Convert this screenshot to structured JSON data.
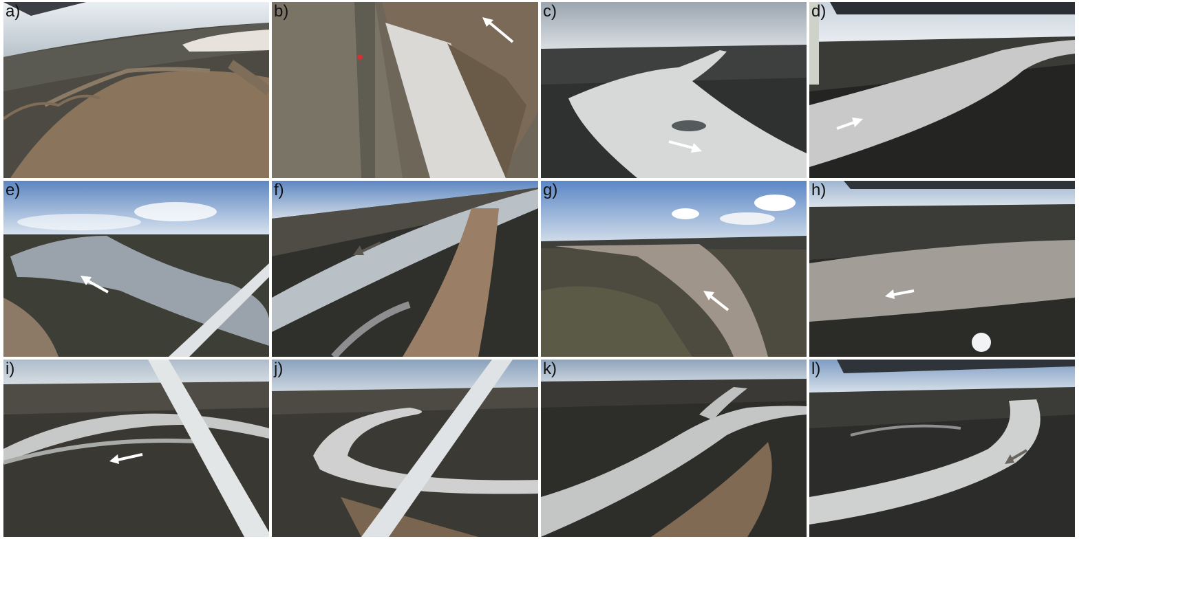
{
  "panels": [
    {
      "label": "a)",
      "arrow": {
        "shown": false
      }
    },
    {
      "label": "b)",
      "arrow": {
        "shown": true,
        "color": "#ffffff"
      }
    },
    {
      "label": "c)",
      "arrow": {
        "shown": true,
        "color": "#ffffff"
      }
    },
    {
      "label": "d)",
      "arrow": {
        "shown": true,
        "color": "#ffffff"
      }
    },
    {
      "label": "e)",
      "arrow": {
        "shown": true,
        "color": "#ffffff"
      }
    },
    {
      "label": "f)",
      "arrow": {
        "shown": true,
        "color": "#5a5650"
      }
    },
    {
      "label": "g)",
      "arrow": {
        "shown": true,
        "color": "#ffffff"
      }
    },
    {
      "label": "h)",
      "arrow": {
        "shown": true,
        "color": "#ffffff"
      }
    },
    {
      "label": "i)",
      "arrow": {
        "shown": true,
        "color": "#ffffff"
      }
    },
    {
      "label": "j)",
      "arrow": {
        "shown": false
      }
    },
    {
      "label": "k)",
      "arrow": {
        "shown": false
      }
    },
    {
      "label": "l)",
      "arrow": {
        "shown": true,
        "color": "#6a665e"
      }
    }
  ],
  "colors": {
    "sky": "#c9d6e4",
    "sky_blue": "#6f92c4",
    "land_dark": "#3b3a33",
    "land_mid": "#5c5a4f",
    "water_brown": "#8a7560",
    "ice": "#d9dadb",
    "strut": "#d8dcdf"
  }
}
